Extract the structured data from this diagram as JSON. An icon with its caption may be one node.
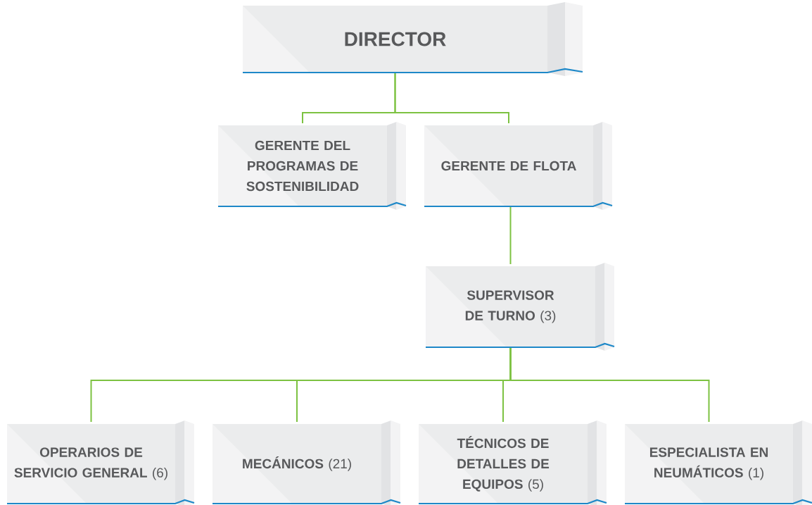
{
  "diagram": {
    "nodes": [
      {
        "text": [
          "DIRECTOR"
        ]
      },
      {
        "text": [
          "GERENTE DEL PROGRAMAS DE SOSTENIBILIDAD"
        ]
      },
      {
        "text": [
          "GERENTE DE FLOTA"
        ]
      },
      {
        "text": [
          "**SUPERVISOR DE TURNO** (3)"
        ]
      },
      {
        "text": [
          "**OPERARIOS DE SERVICIO GENERAL** (6)"
        ]
      },
      {
        "text": [
          "**MECÁNICOS** (21)"
        ]
      },
      {
        "text": [
          "**TÉCNICOS DE DETALLES DE EQUIPOS** (5)"
        ]
      },
      {
        "text": [
          "**ESPECIALISTA EN NEUMÁTICOS** (1)"
        ]
      }
    ],
    "edges": [
      {
        "from": 0,
        "to": 1,
        "arrow": "none"
      },
      {
        "from": 0,
        "to": 2,
        "arrow": "none"
      },
      {
        "from": 2,
        "to": 3,
        "arrow": "none"
      },
      {
        "from": 3,
        "to": 4,
        "arrow": "none"
      },
      {
        "from": 3,
        "to": 5,
        "arrow": "none"
      },
      {
        "from": 3,
        "to": 6,
        "arrow": "none"
      },
      {
        "from": 3,
        "to": 7,
        "arrow": "none"
      }
    ]
  }
}
